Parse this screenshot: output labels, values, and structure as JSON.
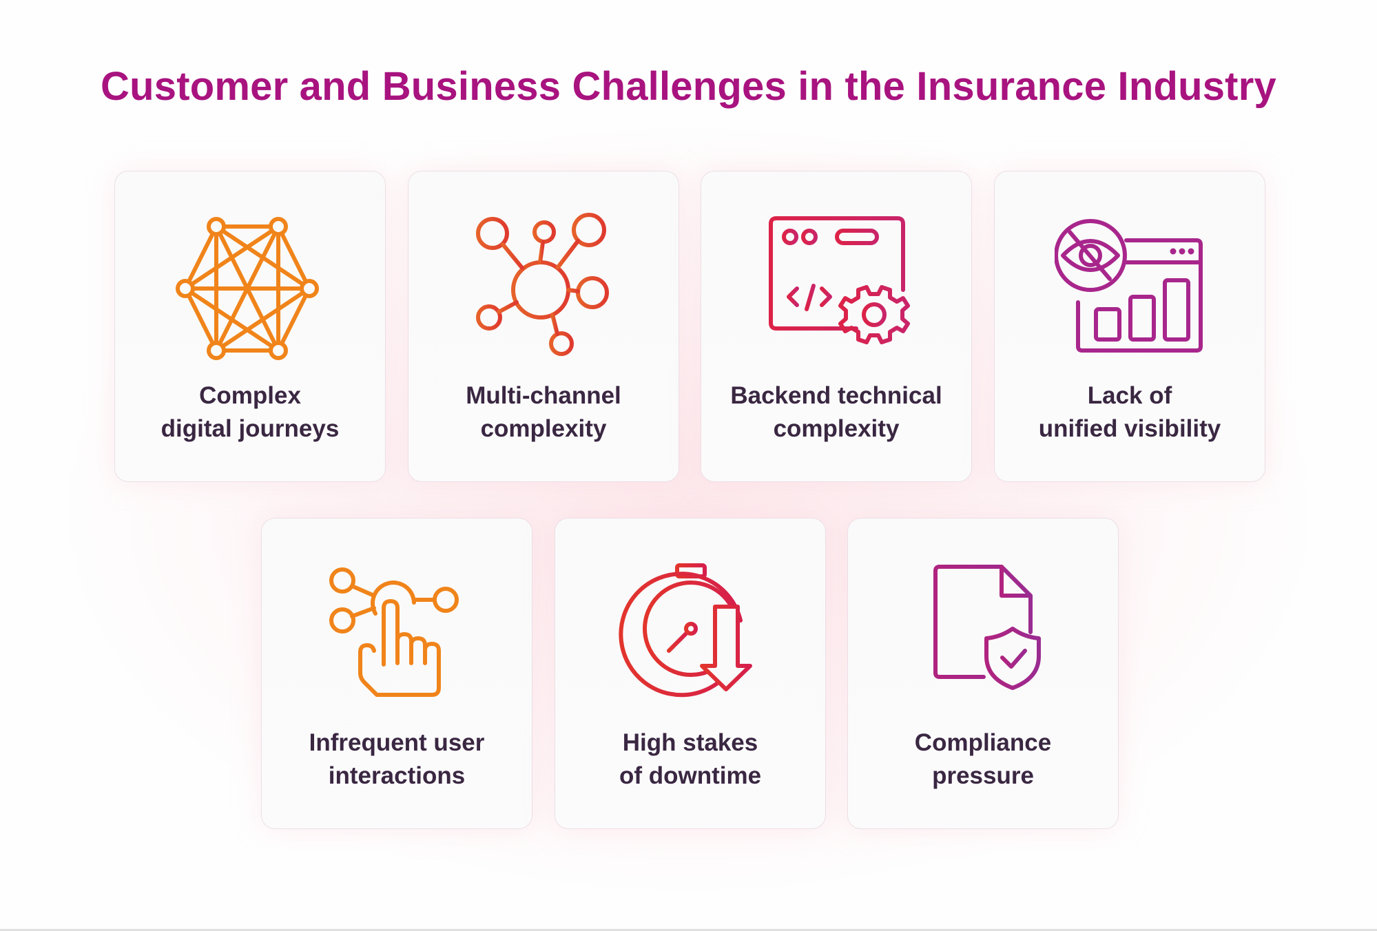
{
  "title": "Customer and Business Challenges in the Insurance Industry",
  "colors": {
    "title": "#a8137f",
    "label": "#3a2742",
    "orange": "#f0841a",
    "orange_red": "#e6572a",
    "crimson": "#d6204f",
    "magenta": "#a8268c",
    "red": "#e0283a"
  },
  "cards": [
    {
      "icon": "network-mesh-icon",
      "line1": "Complex",
      "line2": "digital journeys"
    },
    {
      "icon": "hub-nodes-icon",
      "line1": "Multi-channel",
      "line2": "complexity"
    },
    {
      "icon": "code-window-gear-icon",
      "line1": "Backend technical",
      "line2": "complexity"
    },
    {
      "icon": "hidden-eye-dashboard-icon",
      "line1": "Lack of",
      "line2": "unified visibility"
    },
    {
      "icon": "hand-tap-nodes-icon",
      "line1": "Infrequent user",
      "line2": "interactions"
    },
    {
      "icon": "stopwatch-down-arrow-icon",
      "line1": "High stakes",
      "line2": "of downtime"
    },
    {
      "icon": "document-shield-check-icon",
      "line1": "Compliance",
      "line2": "pressure"
    }
  ]
}
